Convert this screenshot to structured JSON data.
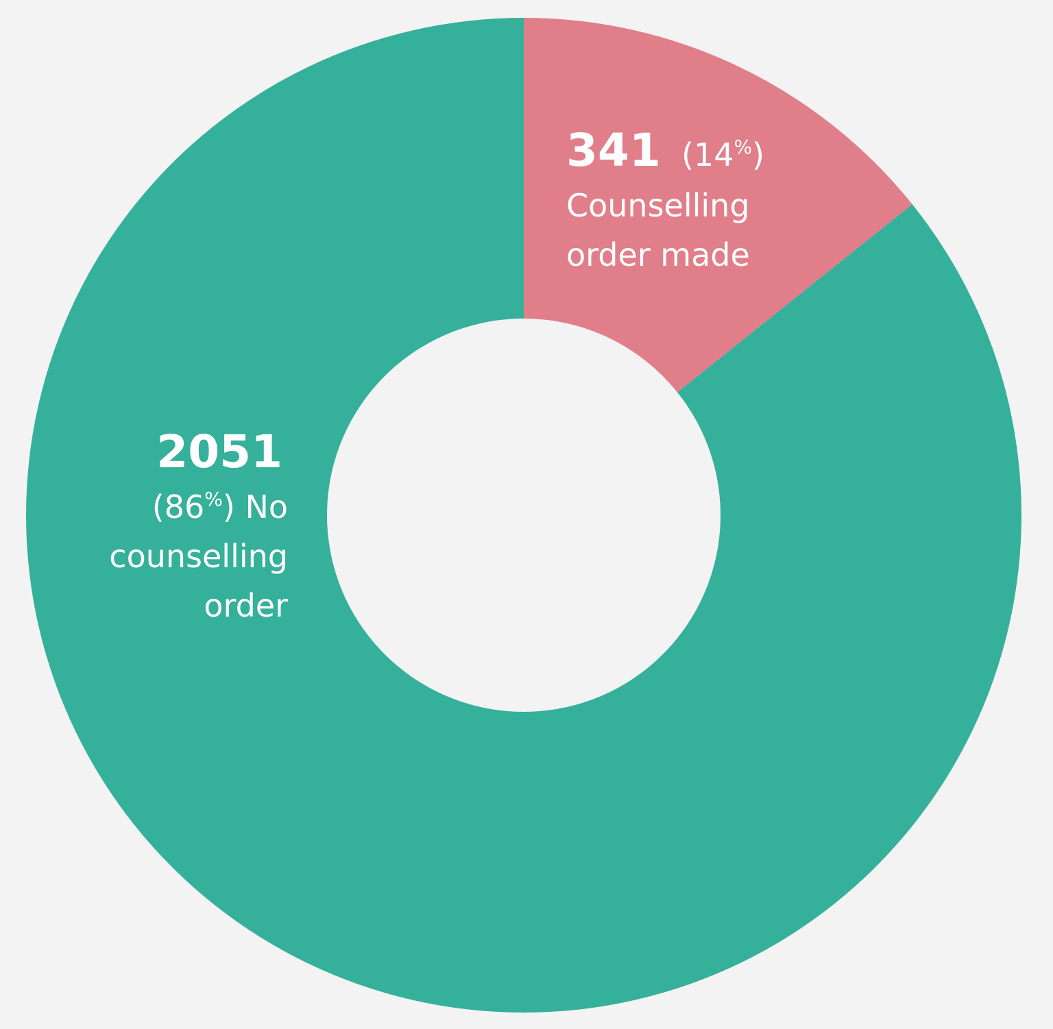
{
  "chart_data": {
    "type": "pie",
    "variant": "donut",
    "title": "",
    "series": [
      {
        "name": "Counselling order made",
        "value": 341,
        "percent": 14,
        "color": "#e07f8a",
        "value_label": "341",
        "pct_open": "(14",
        "pct_symbol": "%",
        "pct_close": ")",
        "label_lines": [
          "Counselling",
          "order made"
        ]
      },
      {
        "name": "No counselling order",
        "value": 2051,
        "percent": 86,
        "color": "#35b09a",
        "value_label": "2051",
        "pct_open": "(86",
        "pct_symbol": "%",
        "pct_close": ") No",
        "label_lines": [
          "counselling",
          "order"
        ]
      }
    ],
    "background": "#f3f3f3"
  }
}
